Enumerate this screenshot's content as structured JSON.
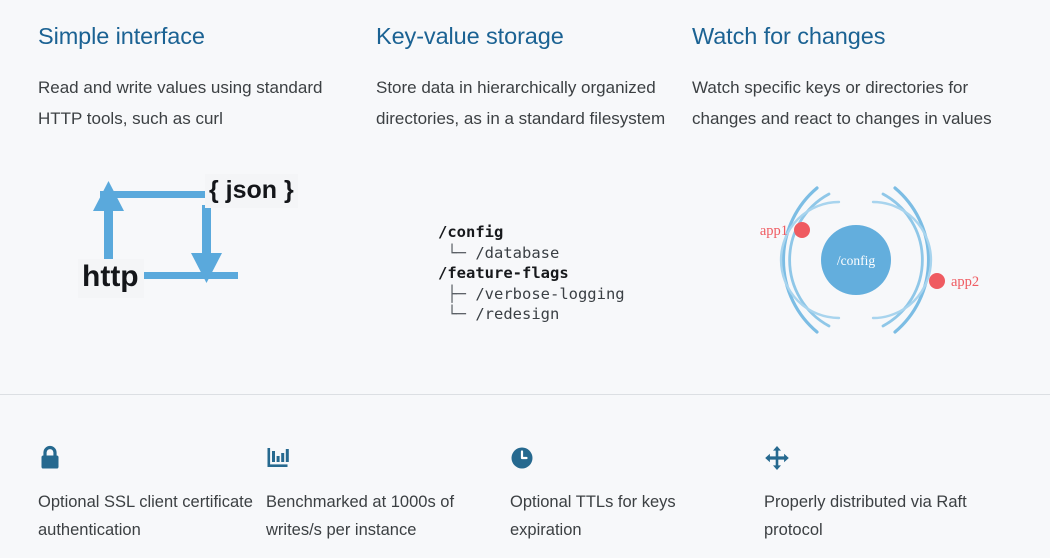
{
  "theme": {
    "background": "#f7f8fa",
    "heading_color": "#1b6293",
    "body_color": "#3c4043",
    "accent_blue": "#5aa9dc",
    "icon_blue": "#26698f",
    "accent_red": "#ef5b61",
    "divider": "#dcdfe3"
  },
  "features": [
    {
      "heading": "Simple interface",
      "description": "Read and write values using standard HTTP tools, such as curl",
      "diagram": {
        "type": "http-json-cycle",
        "node_json": "{ json }",
        "node_http": "http"
      }
    },
    {
      "heading": "Key-value storage",
      "description": "Store data in hierarchically organized directories, as in a standard filesystem",
      "tree": [
        {
          "indent": 0,
          "branch": "",
          "name": "/config",
          "bold": true
        },
        {
          "indent": 1,
          "branch": "└─",
          "name": "/database",
          "bold": false
        },
        {
          "indent": 0,
          "branch": "",
          "name": "/feature-flags",
          "bold": true
        },
        {
          "indent": 1,
          "branch": "├─",
          "name": "/verbose-logging",
          "bold": false
        },
        {
          "indent": 1,
          "branch": "└─",
          "name": "/redesign",
          "bold": false
        }
      ]
    },
    {
      "heading": "Watch for changes",
      "description": "Watch specific keys or directories for changes and react to changes in values",
      "radar": {
        "center_label": "/config",
        "watchers": [
          {
            "label": "app1",
            "position": "upper-left"
          },
          {
            "label": "app2",
            "position": "right"
          }
        ]
      }
    }
  ],
  "bullets": [
    {
      "icon": "lock-icon",
      "text": "Optional SSL client certificate authentication"
    },
    {
      "icon": "bar-chart-icon",
      "text": "Benchmarked at 1000s of writes/s per instance"
    },
    {
      "icon": "clock-icon",
      "text": "Optional TTLs for keys expiration"
    },
    {
      "icon": "move-arrows-icon",
      "text": "Properly distributed via Raft protocol"
    }
  ]
}
